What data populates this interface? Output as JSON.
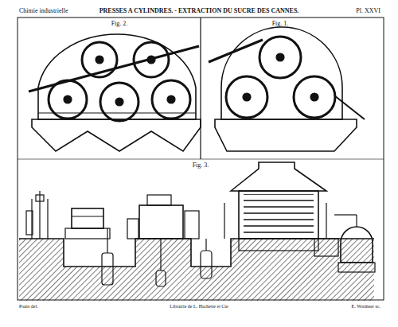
{
  "diagram": {
    "title": "PRESSES A CYLINDRES. - EXTRACTION DU SUCRE DES CANNES.",
    "labels": [
      "Chimie industrielle",
      "Pl. XXVI",
      "Fig. 2.",
      "Fig. 1.",
      "Fig. 3.",
      "Pouts del.",
      "Librairie de L. Hachette et Cie",
      "E. Wormser sc."
    ]
  }
}
